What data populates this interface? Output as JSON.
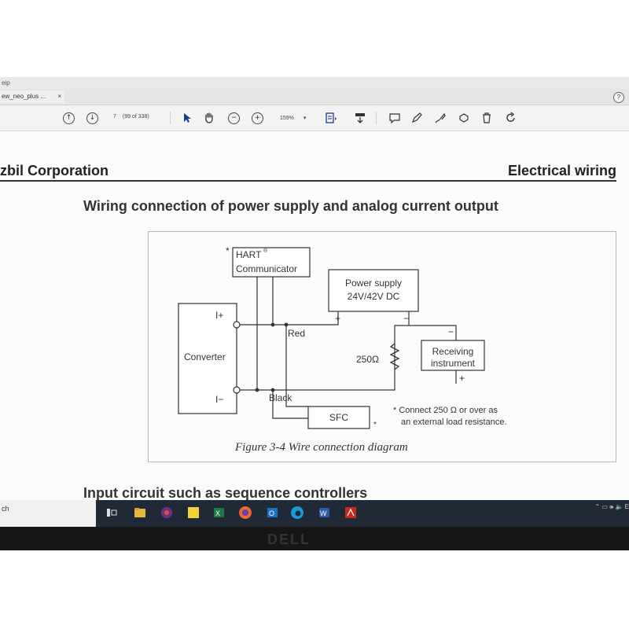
{
  "window": {
    "top_fragment": "eip",
    "tab_title": "ew_neo_plus ...",
    "tab_close": "×",
    "help": "?"
  },
  "toolbar": {
    "page_current": "7",
    "page_info": "(99 of 338)",
    "zoom": "159%",
    "zoom_arrow": "▾"
  },
  "document": {
    "header_left": "zbil Corporation",
    "header_right": "Electrical wiring",
    "section_title": "Wiring connection of power supply and analog current output",
    "next_section_title": "Input circuit such as sequence controllers"
  },
  "diagram": {
    "hart_star": "*",
    "hart_line1": "HART",
    "hart_reg": "®",
    "hart_line2": "Communicator",
    "power_line1": "Power supply",
    "power_line2": "24V/42V DC",
    "plus": "+",
    "minus": "−",
    "iplus": "I+",
    "iminus": "I−",
    "converter": "Converter",
    "red": "Red",
    "black": "Black",
    "resistor": "250Ω",
    "recv_line1": "Receiving",
    "recv_line2": "instrument",
    "sfc": "SFC",
    "sfc_star": "*",
    "note_line1": "* Connect 250 Ω or over as",
    "note_line2": "an external load resistance.",
    "caption": "Figure 3-4  Wire connection diagram"
  },
  "taskbar": {
    "search_hint": "ch",
    "tray": "⌃ ▭ 🕪 ⁠🔈 E"
  },
  "bezel": {
    "brand": "DELL"
  },
  "colors": {
    "page": "#fbfbf9",
    "taskbar": "#1f2a36",
    "line": "#333333"
  }
}
